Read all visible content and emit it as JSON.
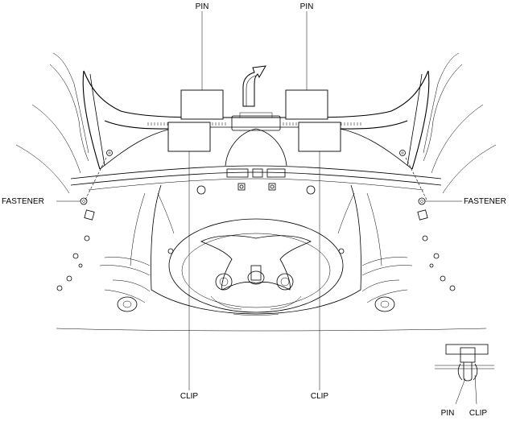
{
  "labels": {
    "pin_left": "PIN",
    "pin_right": "PIN",
    "clip_left": "CLIP",
    "clip_right": "CLIP",
    "fastener_left": "FASTENER",
    "fastener_right": "FASTENER",
    "detail_pin": "PIN",
    "detail_clip": "CLIP"
  }
}
